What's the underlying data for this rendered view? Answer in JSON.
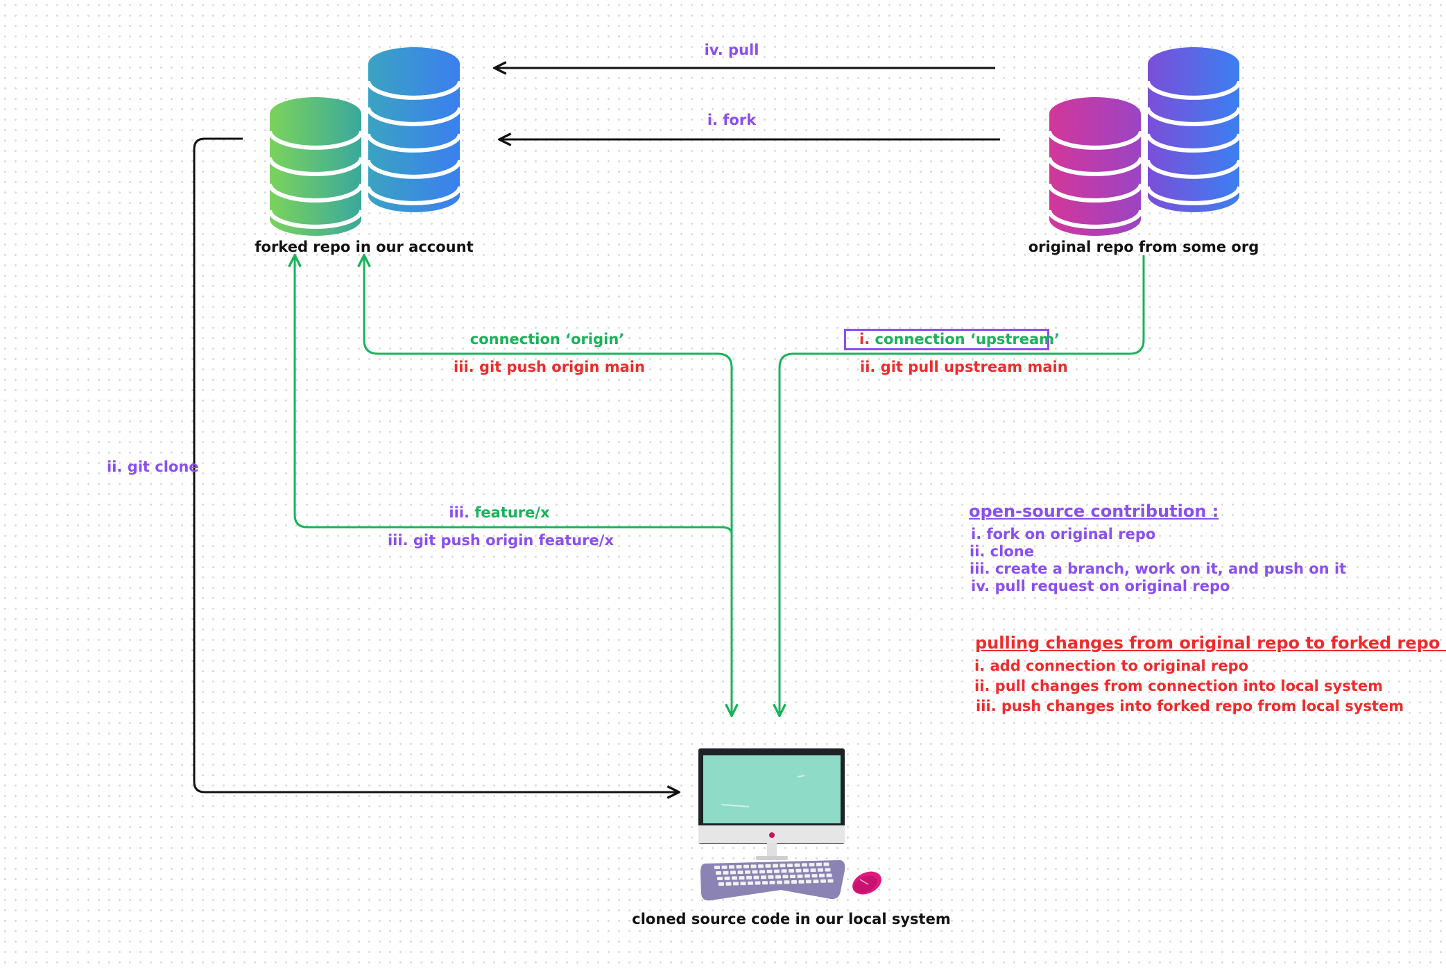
{
  "nodes": {
    "forked_repo": "forked repo in our account",
    "original_repo": "original repo from some org",
    "local_system": "cloned source code in our local system"
  },
  "edges": {
    "pull": "iv. pull",
    "fork": "i. fork",
    "git_clone": "ii. git clone",
    "origin_connection": "connection ‘origin’",
    "push_origin_main": "iii. git push origin main",
    "upstream_prefix": "i.",
    "upstream_connection": "connection ‘upstream’",
    "pull_upstream_main": "ii. git pull upstream main",
    "feature_prefix": "iii.",
    "feature_branch": "feature/x",
    "push_origin_feature": "iii. git push origin feature/x"
  },
  "contribution_notes": {
    "title": "open-source contribution :",
    "items": [
      "i. fork on original repo",
      "ii. clone",
      "iii. create a branch, work on it, and push on it",
      "iv. pull request on original repo"
    ]
  },
  "pulling_notes": {
    "title": "pulling changes from original repo to forked repo :",
    "items": [
      "i. add connection to original repo",
      "ii. pull changes from connection into local system",
      "iii. push changes into forked repo from local system"
    ]
  },
  "colors": {
    "purple": "#8a4ff0",
    "green": "#19b35a",
    "red": "#ee2b2b",
    "black": "#111111"
  }
}
